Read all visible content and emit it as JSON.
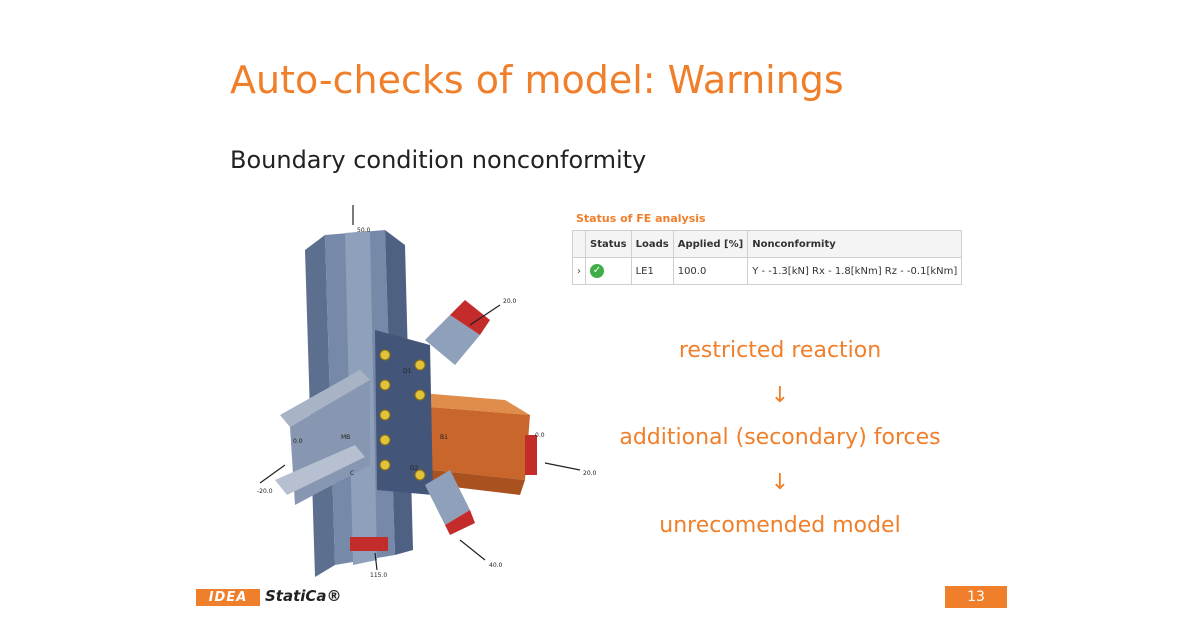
{
  "slide": {
    "title": "Auto-checks of model: Warnings",
    "subtitle": "Boundary condition nonconformity",
    "page_number": "13"
  },
  "fe_status": {
    "heading": "Status of FE analysis",
    "columns": [
      "Status",
      "Loads",
      "Applied [%]",
      "Nonconformity"
    ],
    "row": {
      "expander": "›",
      "status_icon": "check-circle-icon",
      "loads": "LE1",
      "applied": "100.0",
      "nonconformity": "Y - -1.3[kN]  Rx - 1.8[kNm]  Rz - -0.1[kNm]"
    }
  },
  "flow": {
    "step1": "restricted reaction",
    "arrow": "↓",
    "step2": "additional (secondary) forces",
    "step3": "unrecomended model"
  },
  "model_labels": {
    "top_load": "50.0",
    "upper_right_load": "20.0",
    "right_load": "20.0",
    "right_moment": "0.0",
    "left_load": "-20.0",
    "left_moment": "0.0",
    "lower_load": "40.0",
    "bottom_load": "115.0",
    "beam_label": "B1",
    "left_member": "MB",
    "column_label": "C",
    "plate_upper": "D1",
    "plate_lower": "D2"
  },
  "logo": {
    "brand_box": "IDEA",
    "brand_text": "StatiCa®"
  },
  "colors": {
    "accent": "#f07f2b",
    "ok_green": "#3fae49",
    "steel_blue": "#6f84a3",
    "beam_orange": "#c8662b"
  }
}
